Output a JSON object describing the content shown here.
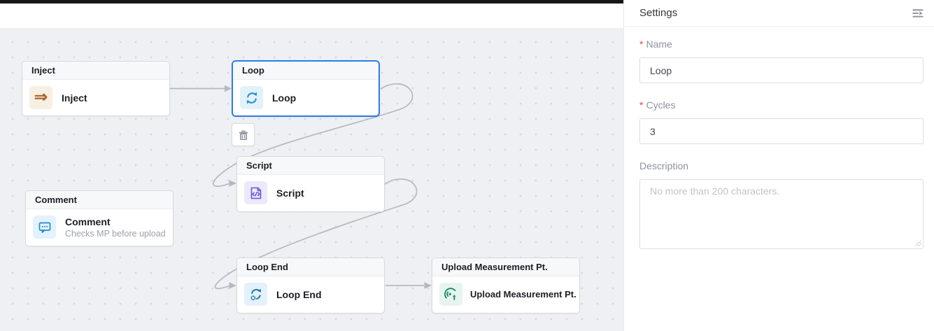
{
  "canvas": {
    "nodes": [
      {
        "id": "inject",
        "title": "Inject",
        "label": "Inject",
        "icon": "inject-arrow-icon",
        "icon_color": "#ad6326",
        "icon_bg": "#f8efe3",
        "selected": false
      },
      {
        "id": "loop",
        "title": "Loop",
        "label": "Loop",
        "icon": "loop-refresh-icon",
        "icon_color": "#2191cf",
        "icon_bg": "#e3f1fb",
        "selected": true
      },
      {
        "id": "script",
        "title": "Script",
        "label": "Script",
        "icon": "script-code-icon",
        "icon_color": "#6355d8",
        "icon_bg": "#ebe9fb",
        "selected": false
      },
      {
        "id": "comment",
        "title": "Comment",
        "label": "Comment",
        "sublabel": "Checks MP before upload",
        "icon": "comment-bubble-icon",
        "icon_color": "#1f8ecd",
        "icon_bg": "#e3f2fb",
        "selected": false
      },
      {
        "id": "loop-end",
        "title": "Loop End",
        "label": "Loop End",
        "icon": "loop-end-icon",
        "icon_color": "#1878b3",
        "icon_bg": "#e4f1fa",
        "selected": false
      },
      {
        "id": "upload",
        "title": "Upload Measurement Pt.",
        "label": "Upload Measurement Pt.",
        "icon": "upload-measurement-icon",
        "icon_color": "#12836a",
        "icon_bg": "#e7f4ef",
        "selected": false
      }
    ],
    "edges": [
      {
        "from": "inject",
        "to": "loop",
        "style": "straight"
      },
      {
        "from": "loop",
        "to": "script",
        "style": "loop-back"
      },
      {
        "from": "script",
        "to": "loop-end",
        "style": "loop-back"
      },
      {
        "from": "loop-end",
        "to": "upload",
        "style": "straight"
      }
    ],
    "selection_color": "#2b7ce9",
    "edge_color": "#b4b8c0",
    "delete_button_icon": "trash-icon"
  },
  "icons": {
    "inject_glyph": "⇒"
  },
  "settings_panel": {
    "title": "Settings",
    "collapse_icon": "menu-unfold-icon",
    "required_marker": "*",
    "fields": [
      {
        "label": "Name",
        "required": true,
        "value": "Loop",
        "placeholder": ""
      },
      {
        "label": "Cycles",
        "required": true,
        "value": "3",
        "placeholder": ""
      },
      {
        "label": "Description",
        "required": false,
        "value": "",
        "placeholder": "No more than 200 characters."
      }
    ]
  }
}
